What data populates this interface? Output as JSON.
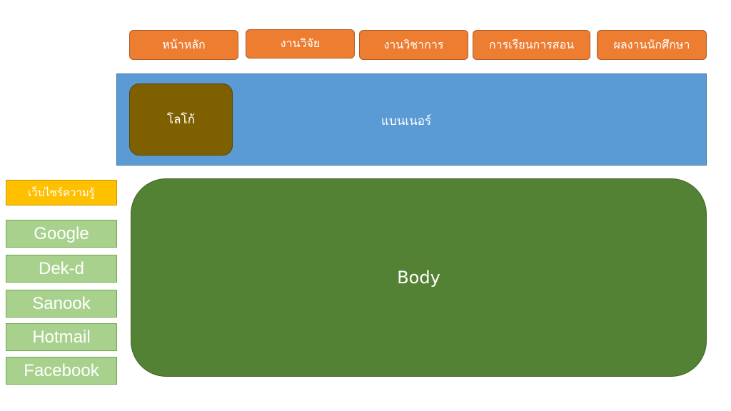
{
  "nav": {
    "items": [
      {
        "label": "หน้าหลัก"
      },
      {
        "label": "งานวิจัย"
      },
      {
        "label": "งานวิชาการ"
      },
      {
        "label": "การเรียนการสอน"
      },
      {
        "label": "ผลงานนักศึกษา"
      }
    ]
  },
  "banner": {
    "logo_label": "โลโก้",
    "label": "แบนเนอร์"
  },
  "sidebar": {
    "title": "เว็บไซร์ความรู้",
    "links": [
      {
        "label": "Google"
      },
      {
        "label": "Dek-d"
      },
      {
        "label": "Sanook"
      },
      {
        "label": "Hotmail"
      },
      {
        "label": "Facebook"
      }
    ]
  },
  "main": {
    "label": "Body"
  },
  "colors": {
    "nav": "#ed7d31",
    "banner": "#5b9bd5",
    "logo": "#7f6000",
    "body": "#548235",
    "sidebar_title": "#ffc000",
    "sidebar_link": "#a9d18e"
  }
}
